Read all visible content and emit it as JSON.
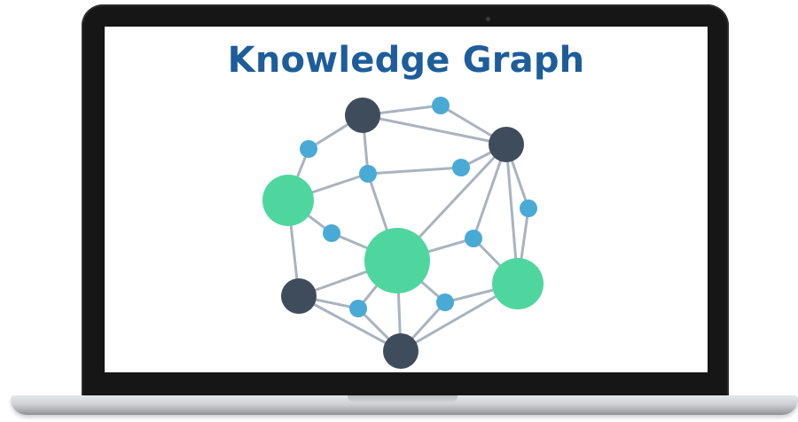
{
  "title": "Knowledge Graph",
  "colors": {
    "title": "#1d5d9b",
    "dark_node": "#3f4c5c",
    "green_node": "#4fd69f",
    "blue_node": "#4aaad6",
    "edge": "#a9b3c0"
  },
  "graph": {
    "nodes": [
      {
        "id": "n1",
        "kind": "dark"
      },
      {
        "id": "n2",
        "kind": "blue"
      },
      {
        "id": "n3",
        "kind": "dark"
      },
      {
        "id": "n4",
        "kind": "blue"
      },
      {
        "id": "n5",
        "kind": "blue"
      },
      {
        "id": "n6",
        "kind": "blue"
      },
      {
        "id": "n7",
        "kind": "green"
      },
      {
        "id": "n8",
        "kind": "blue"
      },
      {
        "id": "n9",
        "kind": "blue"
      },
      {
        "id": "n10",
        "kind": "green"
      },
      {
        "id": "n11",
        "kind": "blue"
      },
      {
        "id": "n12",
        "kind": "green"
      },
      {
        "id": "n13",
        "kind": "dark"
      },
      {
        "id": "n14",
        "kind": "blue"
      },
      {
        "id": "n15",
        "kind": "blue"
      },
      {
        "id": "n16",
        "kind": "dark"
      }
    ],
    "edges": [
      [
        "n1",
        "n2"
      ],
      [
        "n2",
        "n3"
      ],
      [
        "n1",
        "n3"
      ],
      [
        "n1",
        "n4"
      ],
      [
        "n4",
        "n7"
      ],
      [
        "n1",
        "n5"
      ],
      [
        "n5",
        "n7"
      ],
      [
        "n5",
        "n6"
      ],
      [
        "n6",
        "n3"
      ],
      [
        "n5",
        "n10"
      ],
      [
        "n3",
        "n9"
      ],
      [
        "n3",
        "n10"
      ],
      [
        "n3",
        "n8"
      ],
      [
        "n3",
        "n12"
      ],
      [
        "n7",
        "n11"
      ],
      [
        "n11",
        "n10"
      ],
      [
        "n7",
        "n13"
      ],
      [
        "n10",
        "n9"
      ],
      [
        "n9",
        "n12"
      ],
      [
        "n8",
        "n12"
      ],
      [
        "n10",
        "n13"
      ],
      [
        "n10",
        "n14"
      ],
      [
        "n10",
        "n15"
      ],
      [
        "n10",
        "n16"
      ],
      [
        "n13",
        "n14"
      ],
      [
        "n14",
        "n16"
      ],
      [
        "n13",
        "n16"
      ],
      [
        "n12",
        "n15"
      ],
      [
        "n15",
        "n16"
      ],
      [
        "n12",
        "n16"
      ]
    ]
  }
}
